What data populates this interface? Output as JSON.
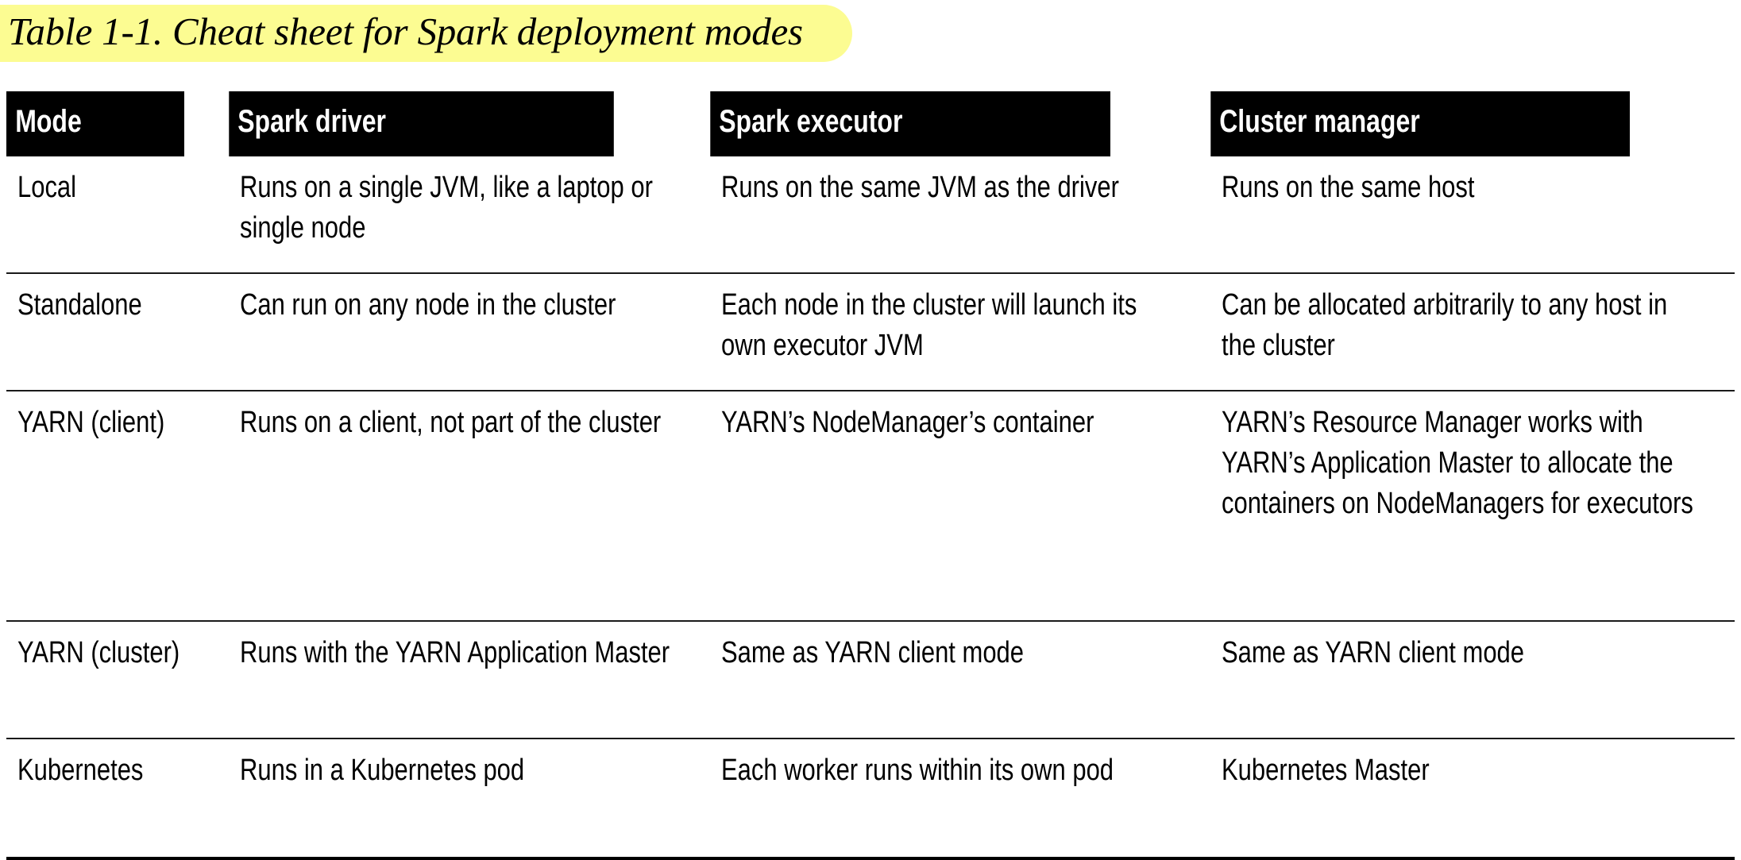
{
  "caption": {
    "text": "Table 1-1. Cheat sheet for Spark deployment modes",
    "highlight_color": "#fcfc92"
  },
  "table": {
    "header_background": "#000000",
    "header_text_color": "#ffffff",
    "columns": [
      "Mode",
      "Spark driver",
      "Spark executor",
      "Cluster manager"
    ],
    "rows": [
      {
        "mode": "Local",
        "driver": "Runs on a single JVM, like a laptop or single node",
        "executor": "Runs on the same JVM as the driver",
        "cluster_manager": "Runs on the same host"
      },
      {
        "mode": "Standalone",
        "driver": "Can run on any node in the cluster",
        "executor": "Each node in the cluster will launch its own executor JVM",
        "cluster_manager": "Can be allocated arbitrarily to any host in the cluster"
      },
      {
        "mode": "YARN (client)",
        "driver": "Runs on a client, not part of the cluster",
        "executor": "YARN’s NodeManager’s container",
        "cluster_manager": "YARN’s Resource Manager works with YARN’s Application Master to allocate the containers on NodeManagers for executors"
      },
      {
        "mode": "YARN (cluster)",
        "driver": "Runs with the YARN Application Master",
        "executor": "Same as YARN client mode",
        "cluster_manager": "Same as YARN client mode"
      },
      {
        "mode": "Kubernetes",
        "driver": "Runs in a Kubernetes pod",
        "executor": "Each worker runs within its own pod",
        "cluster_manager": "Kubernetes Master"
      }
    ]
  }
}
